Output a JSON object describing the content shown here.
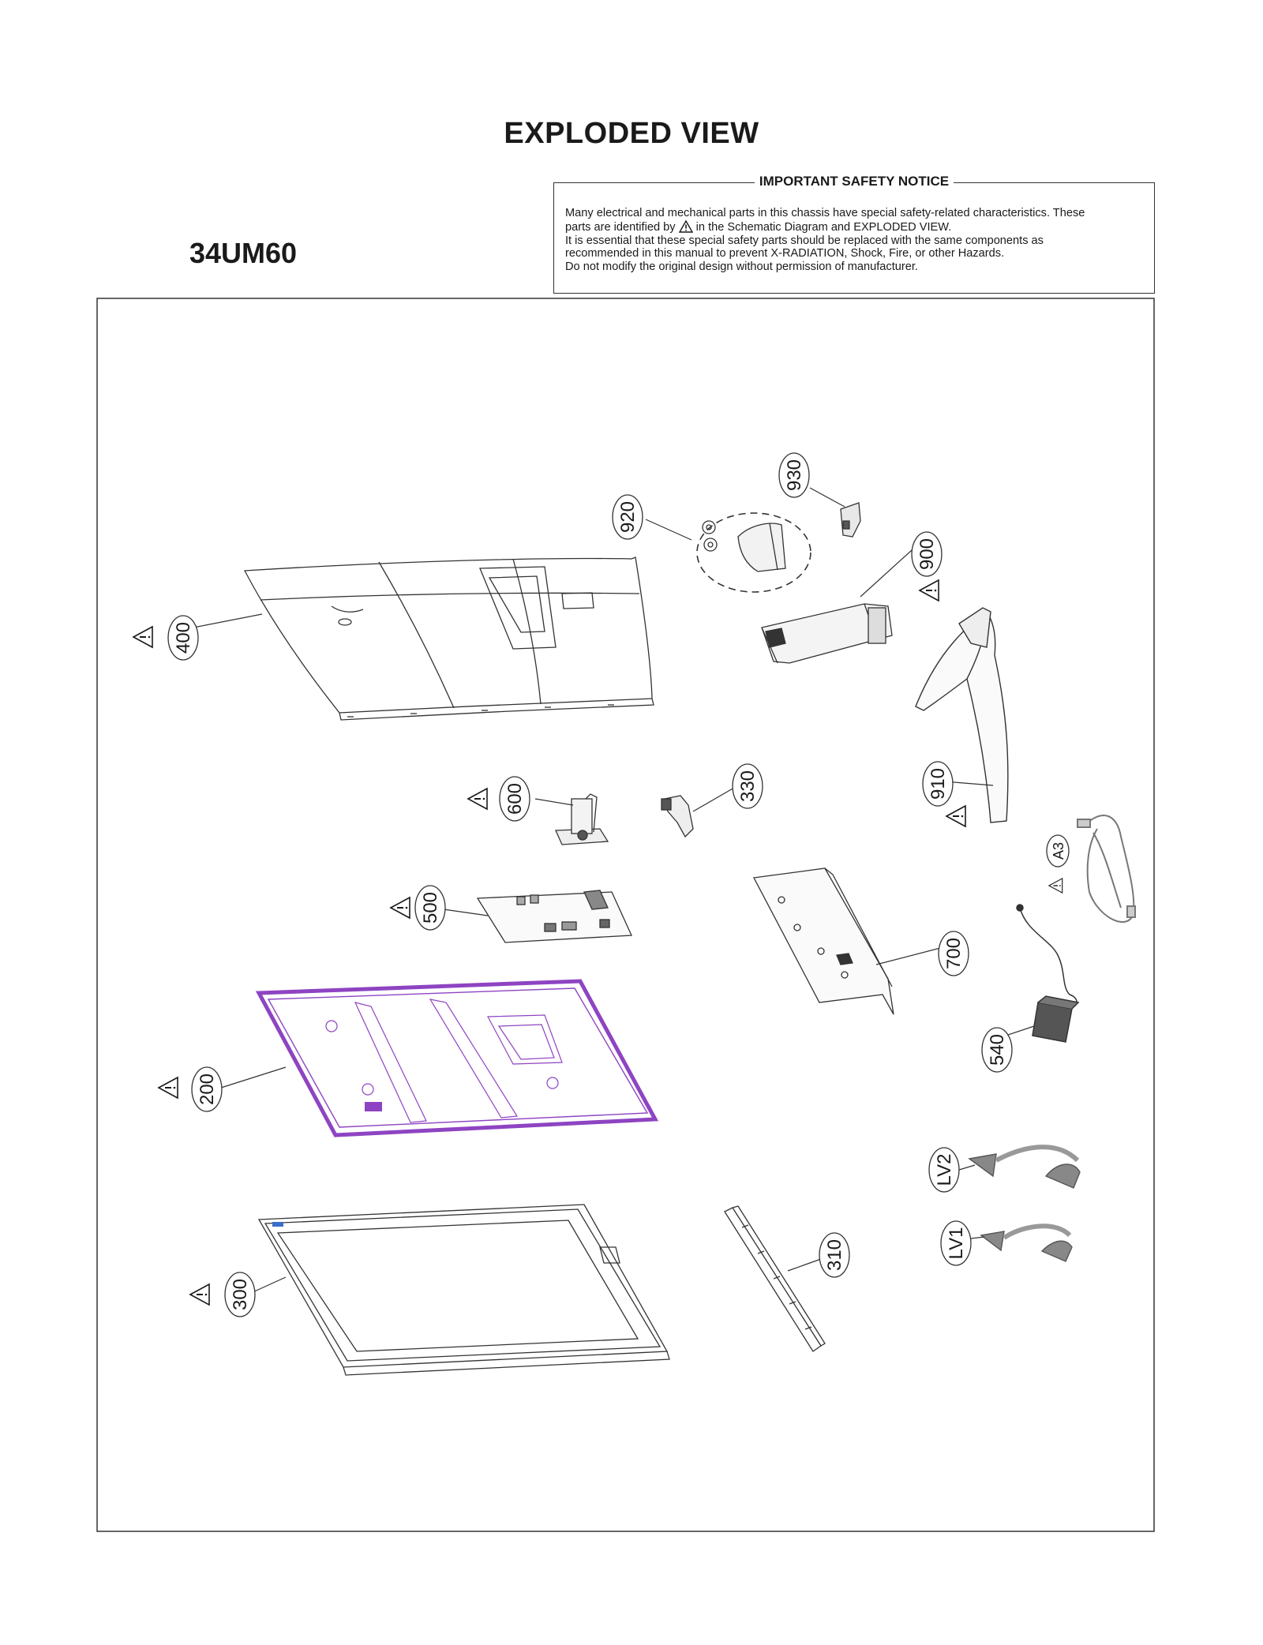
{
  "page": {
    "title": "EXPLODED VIEW",
    "model": "34UM60"
  },
  "notice": {
    "title": "IMPORTANT SAFETY NOTICE",
    "line1": "Many electrical and mechanical parts in this chassis have special safety-related characteristics. These",
    "line2_before": "parts are identified by",
    "line2_after": "in the Schematic Diagram and EXPLODED VIEW.",
    "line3": "It is essential that these special safety parts should be replaced with the same components as",
    "line4": "recommended in this manual to prevent X-RADIATION, Shock, Fire, or other Hazards.",
    "line5": "Do not modify the original design without permission of manufacturer."
  },
  "icons": {
    "safety": "warning-triangle-icon"
  },
  "colors": {
    "main_frame": "#8e44c2",
    "ink": "#1a1a1a"
  },
  "parts": {
    "p400": "400",
    "p920": "920",
    "p930": "930",
    "p900": "900",
    "p910": "910",
    "p600": "600",
    "p330": "330",
    "p500": "500",
    "pA3": "A3",
    "p700": "700",
    "p540": "540",
    "p200": "200",
    "pLV2": "LV2",
    "pLV1": "LV1",
    "p300": "300",
    "p310": "310"
  }
}
